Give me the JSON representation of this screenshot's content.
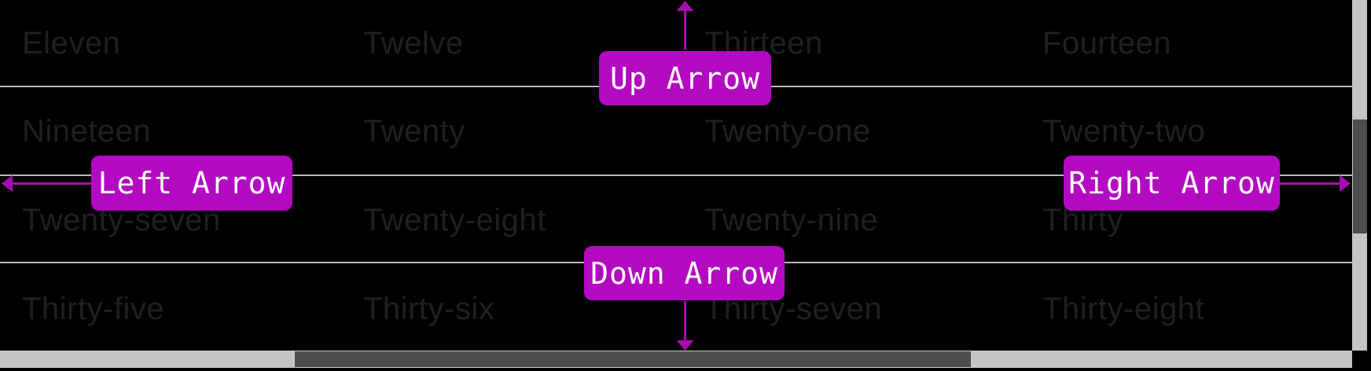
{
  "colors": {
    "background": "#000000",
    "accent": "#b30ac1",
    "arrow": "#a50cae",
    "line": "#b8b8b8",
    "track": "#c5c5c5",
    "thumb": "#4d4d4d",
    "button-text": "#ffffff",
    "cell-text": "#1f1f23"
  },
  "grid": {
    "rows": [
      [
        "Eleven",
        "Twelve",
        "Thirteen",
        "Fourteen"
      ],
      [
        "Nineteen",
        "Twenty",
        "Twenty-one",
        "Twenty-two"
      ],
      [
        "Twenty-seven",
        "Twenty-eight",
        "Twenty-nine",
        "Thirty"
      ],
      [
        "Thirty-five",
        "Thirty-six",
        "Thirty-seven",
        "Thirty-eight"
      ]
    ]
  },
  "buttons": {
    "up": {
      "label": "Up Arrow"
    },
    "down": {
      "label": "Down Arrow"
    },
    "left": {
      "label": "Left Arrow"
    },
    "right": {
      "label": "Right Arrow"
    }
  }
}
